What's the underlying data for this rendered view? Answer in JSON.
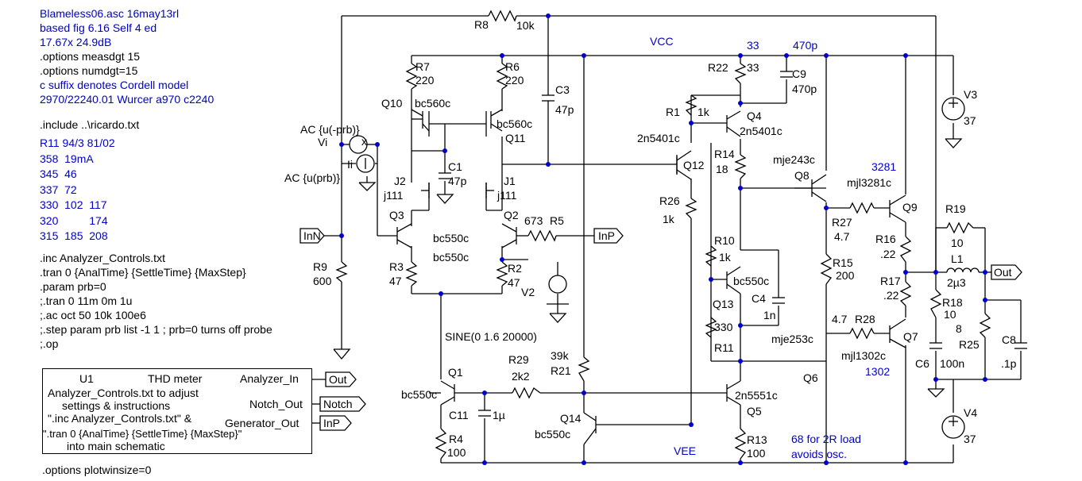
{
  "notes": {
    "lines": [
      "Blameless06.asc  16may13rl",
      "based fig 6.16 Self 4 ed",
      "17.67x 24.9dB",
      ".options measdgt 15",
      ".options numdgt=15",
      "c suffix denotes Cordell model",
      "2970/22240.01 Wurcer a970 c2240"
    ],
    "include": ".include ..\\ricardo.txt",
    "table": [
      "R11 94/3 81/02",
      "358  19mA",
      "345  46",
      "337  72",
      "330  102  117",
      "320          174",
      "315  185  208"
    ],
    "directives": [
      ".inc Analyzer_Controls.txt",
      ".tran 0 {AnalTime} {SettleTime} {MaxStep}",
      ".param prb=0",
      ";.tran 0 11m 0m 1u",
      ";.ac oct 50 10k 100e6",
      ";.step param prb list -1 1 ; prb=0 turns off probe",
      ";.op"
    ],
    "plotwinsize": ".options plotwinsize=0",
    "osc_note_1": "68 for 2R load",
    "osc_note_2": "avoids osc.",
    "q9_part": "3281",
    "q6_part": "1302"
  },
  "u1": {
    "ref": "U1",
    "name": "THD meter",
    "desc": [
      "Analyzer_Controls.txt to adjust",
      "settings & instructions",
      "\".inc Analyzer_Controls.txt\" &",
      "\".tran 0 {AnalTime} {SettleTime} {MaxStep}\"",
      "into main schematic"
    ],
    "pins": [
      "Analyzer_In",
      "Notch_Out",
      "Generator_Out"
    ],
    "port_labels": [
      "Out",
      "Notch",
      "InP"
    ]
  },
  "nets": {
    "vcc": "VCC",
    "vee": "VEE",
    "vcc_33": "33",
    "vcc_470p": "470p",
    "inn": "InN",
    "inp": "InP",
    "out": "Out",
    "x": "x"
  },
  "sources": {
    "vi": "Vi",
    "ii": "Ii",
    "ac_top": "AC {u(-prb)}",
    "ac_bot": "AC {u(prb)}",
    "v2": "V2",
    "sine": "SINE(0 1.6 20000)",
    "v3": "V3",
    "v3_val": "37",
    "v4": "V4",
    "v4_val": "37"
  },
  "components": {
    "R8": [
      "R8",
      "10k"
    ],
    "R7": [
      "R7",
      "220"
    ],
    "R6": [
      "R6",
      "220"
    ],
    "C3": [
      "C3",
      "47p"
    ],
    "R22": [
      "R22",
      "33"
    ],
    "C9": [
      "C9",
      "470p"
    ],
    "R1": [
      "R1",
      "1k"
    ],
    "R14": [
      "R14",
      "18"
    ],
    "R26": [
      "R26",
      "1k"
    ],
    "C1": [
      "C1",
      "47p"
    ],
    "R5": [
      "R5",
      "673"
    ],
    "R3": [
      "R3",
      "47"
    ],
    "R2": [
      "R2",
      "47"
    ],
    "R9": [
      "R9",
      "600"
    ],
    "R10": [
      "R10",
      "1k"
    ],
    "C4": [
      "C4",
      "1n"
    ],
    "R11": [
      "R11",
      "330"
    ],
    "R27": [
      "R27",
      "4.7"
    ],
    "R15": [
      "R15",
      "200"
    ],
    "R16": [
      "R16",
      ".22"
    ],
    "R17": [
      "R17",
      ".22"
    ],
    "R19": [
      "R19",
      "10"
    ],
    "L1": [
      "L1",
      "2µ3"
    ],
    "R18": [
      "R18",
      "10"
    ],
    "R25": [
      "R25",
      "8"
    ],
    "C8": [
      "C8",
      ".1p"
    ],
    "C6": [
      "C6",
      "100n"
    ],
    "R28": [
      "R28",
      "4.7"
    ],
    "R29": [
      "R29",
      "2k2"
    ],
    "R21": [
      "R21",
      "39k"
    ],
    "C11": [
      "C11",
      "1µ"
    ],
    "R4": [
      "R4",
      "100"
    ],
    "R13": [
      "R13",
      "100"
    ]
  },
  "transistors": {
    "Q10": [
      "Q10",
      "bc560c"
    ],
    "Q11": [
      "Q11",
      "bc560c"
    ],
    "Q4": [
      "Q4",
      "2n5401c"
    ],
    "Q12": [
      "Q12",
      "2n5401c"
    ],
    "J2": [
      "J2",
      "j111"
    ],
    "J1": [
      "J1",
      "j111"
    ],
    "Q3": [
      "Q3",
      "bc550c"
    ],
    "Q2": [
      "Q2",
      "bc550c"
    ],
    "Q8": [
      "Q8",
      "mje243c"
    ],
    "Q9": [
      "Q9",
      "mjl3281c"
    ],
    "Q13": [
      "Q13",
      "bc550c"
    ],
    "Q7": [
      "Q7",
      "mjl1302c"
    ],
    "Q6": [
      "Q6",
      "mje253c"
    ],
    "Q1": [
      "Q1",
      "bc550c"
    ],
    "Q5": [
      "Q5",
      "2n5551c"
    ],
    "Q14": [
      "Q14",
      "bc550c"
    ]
  }
}
